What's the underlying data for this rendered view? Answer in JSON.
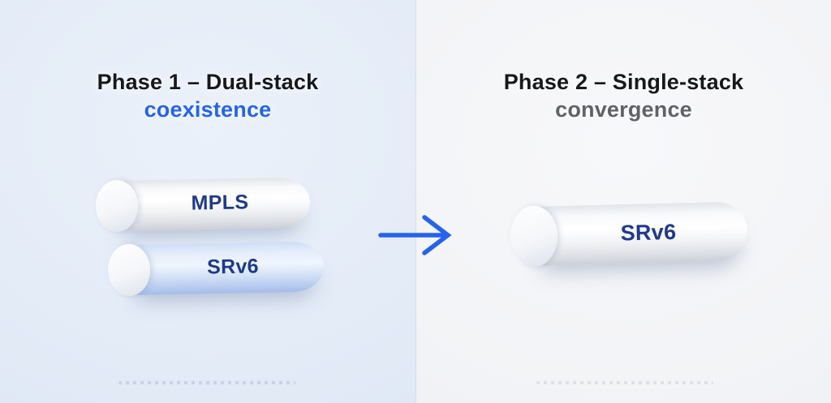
{
  "phase1": {
    "title_line1": "Phase 1 – Dual-stack",
    "title_line2": "coexistence",
    "title_line2_color": "#2563eb",
    "pipes": [
      {
        "label": "MPLS",
        "body_style": "white"
      },
      {
        "label": "SRv6",
        "body_style": "light-blue"
      }
    ]
  },
  "phase2": {
    "title_line1": "Phase 2 – Single-stack",
    "title_line2": "convergence",
    "title_line2_color": "#5f6267",
    "pipes": [
      {
        "label": "SRv6",
        "body_style": "white"
      }
    ]
  },
  "arrow": {
    "direction": "right",
    "color": "#2563eb"
  },
  "colors": {
    "left_panel_bg": "#e3ebf7",
    "right_panel_bg": "#f2f3f6",
    "title_text": "#17181b",
    "pipe_label_navy": "#1e3a8a",
    "pipe_opening_blue": "#1d4ed8"
  }
}
